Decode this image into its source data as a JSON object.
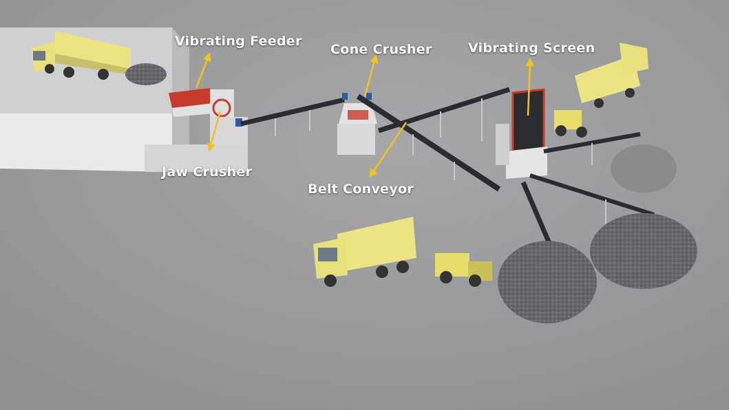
{
  "labels": {
    "vibrating_feeder": "Vibrating Feeder",
    "cone_crusher": "Cone Crusher",
    "vibrating_screen": "Vibrating Screen",
    "jaw_crusher": "Jaw Crusher",
    "belt_conveyor": "Belt Conveyor"
  },
  "colors": {
    "arrow": "#f2c318",
    "ground": "#9a9b9d",
    "truck": "#e9e27a",
    "conveyor_belt": "#2a2c30"
  }
}
